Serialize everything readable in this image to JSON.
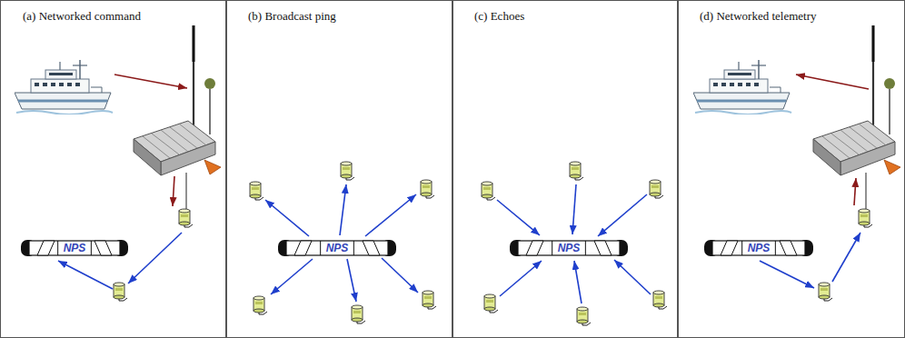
{
  "diagram": {
    "nodes": [
      {
        "text": [
          "(a) Networked command"
        ]
      },
      {
        "text": [
          "NPS"
        ],
        "in": 0
      },
      {
        "text": [
          "(b) Broadcast ping"
        ]
      },
      {
        "text": [
          "NPS"
        ],
        "in": 2
      },
      {
        "text": [
          "(c) Echoes"
        ]
      },
      {
        "text": [
          "NPS"
        ],
        "in": 4
      },
      {
        "text": [
          "(d) Networked telemetry"
        ]
      },
      {
        "text": [
          "NPS"
        ],
        "in": 6
      }
    ]
  }
}
